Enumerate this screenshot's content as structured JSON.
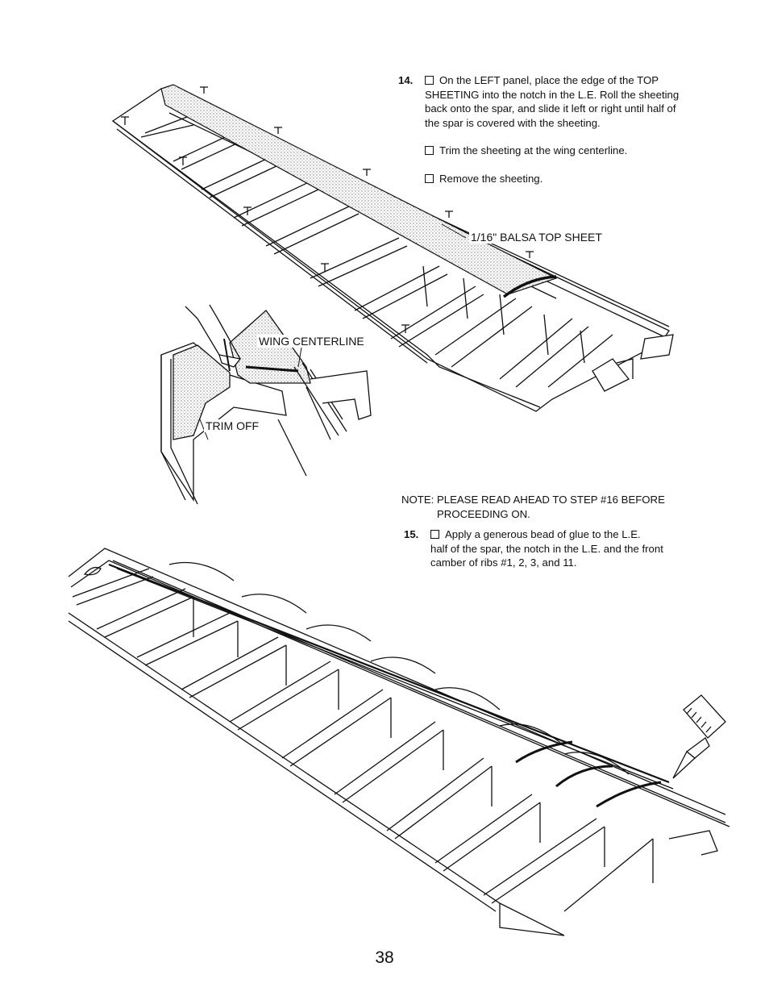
{
  "step14": {
    "number": "14.",
    "para1": "On the LEFT panel, place the edge of the TOP SHEETING into the notch in the L.E. Roll the sheeting back onto the spar, and slide it left or right until half of the spar is covered with the sheeting.",
    "para2": "Trim the sheeting at the wing centerline.",
    "para3": "Remove the sheeting."
  },
  "labels": {
    "top_sheet": "1/16\" BALSA TOP SHEET",
    "centerline": "WING CENTERLINE",
    "trim_off": "TRIM OFF"
  },
  "note": {
    "line1": "NOTE: PLEASE READ AHEAD TO STEP #16 BEFORE",
    "line2": "PROCEEDING ON."
  },
  "step15": {
    "number": "15.",
    "line1": "Apply a generous bead of glue to the L.E.",
    "line2": "half of the spar, the notch in the L.E. and the front",
    "line3": "camber of ribs #1, 2, 3, and 11."
  },
  "page_number": "38"
}
